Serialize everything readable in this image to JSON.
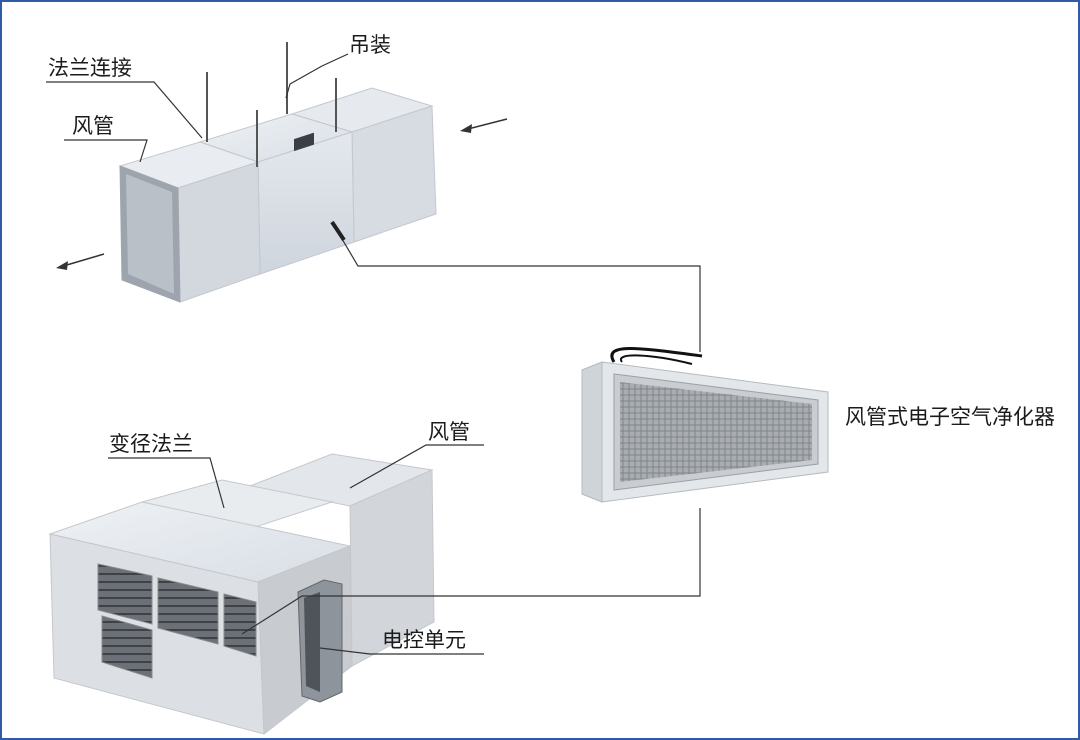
{
  "labels": {
    "hoisting": "吊装",
    "flange_connection": "法兰连接",
    "duct_top": "风管",
    "reducer_flange": "变径法兰",
    "duct_bottom": "风管",
    "control_unit": "电控单元",
    "purifier": "风管式电子空气净化器"
  },
  "colors": {
    "frame": "#2e5aa8",
    "leader": "#333333"
  }
}
